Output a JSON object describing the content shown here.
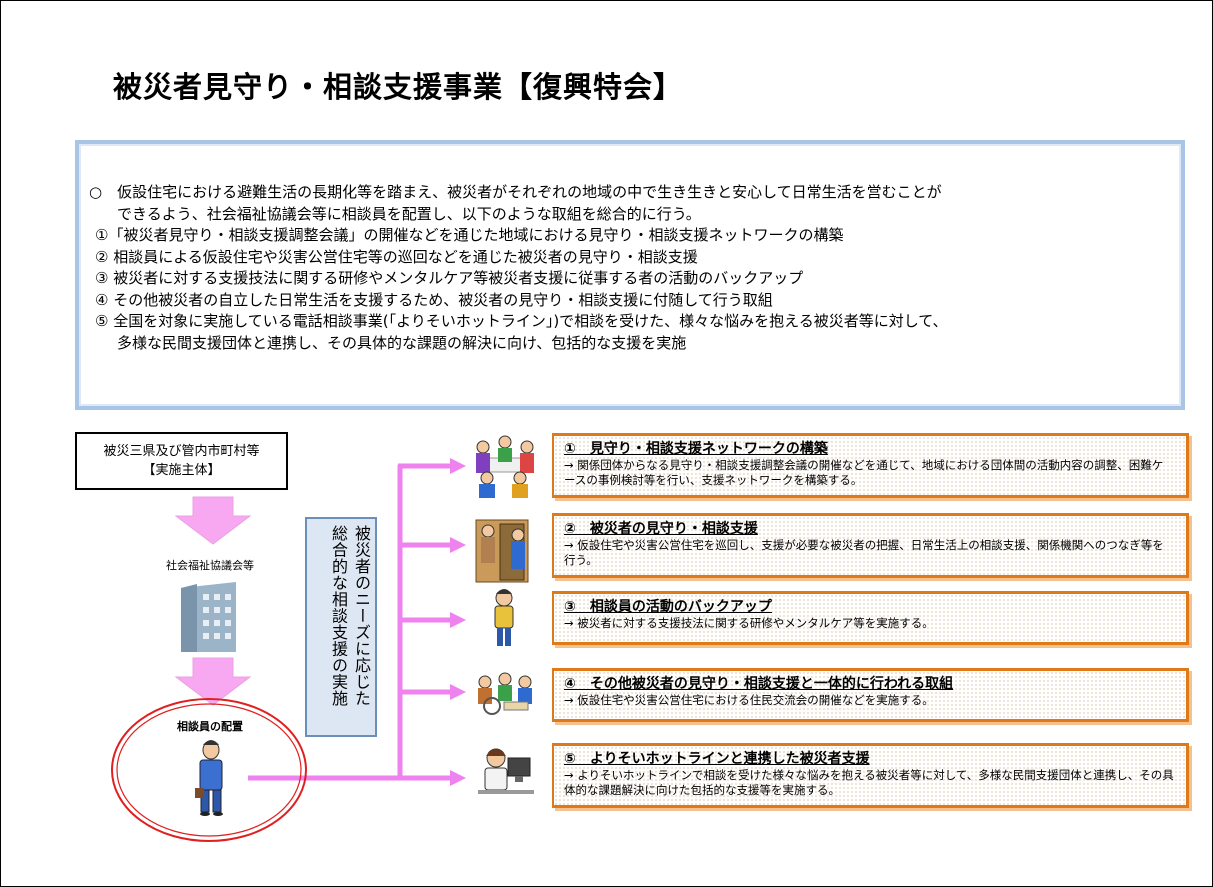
{
  "title": "被災者見守り・相談支援事業【復興特会】",
  "summary": {
    "lines": [
      {
        "text": "○　仮設住宅における避難生活の長期化等を踏まえ、被災者がそれぞれの地域の中で生き生きと安心して日常生活を営むことが",
        "kind": "ln"
      },
      {
        "text": "できるよう、社会福祉協議会等に相談員を配置し、以下のような取組を総合的に行う。",
        "kind": "indent"
      },
      {
        "text": "①「被災者見守り・相談支援調整会議」の開催などを通じた地域における見守り・相談支援ネットワークの構築",
        "kind": "item"
      },
      {
        "text": "② 相談員による仮設住宅や災害公営住宅等の巡回などを通じた被災者の見守り・相談支援",
        "kind": "item"
      },
      {
        "text": "③ 被災者に対する支援技法に関する研修やメンタルケア等被災者支援に従事する者の活動のバックアップ",
        "kind": "item"
      },
      {
        "text": "④ その他被災者の自立した日常生活を支援するため、被災者の見守り・相談支援に付随して行う取組",
        "kind": "item"
      },
      {
        "text": "⑤ 全国を対象に実施している電話相談事業(「よりそいホットライン」)で相談を受けた、様々な悩みを抱える被災者等に対して、",
        "kind": "item"
      },
      {
        "text": "多様な民間支援団体と連携し、その具体的な課題の解決に向け、包括的な支援を実施",
        "kind": "indent"
      }
    ]
  },
  "entity": {
    "line1": "被災三県及び管内市町村等",
    "line2": "【実施主体】"
  },
  "council_label": "社会福祉協議会等",
  "counselor_label": "相談員の配置",
  "vertical_box": {
    "col1": "被災者のニーズに応じた",
    "col2": "総合的な相談支援の実施"
  },
  "cards": [
    {
      "title": "①　見守り・相談支援ネットワークの構築",
      "desc": "→ 関係団体からなる見守り・相談支援調整会議の開催などを通じて、地域における団体間の活動内容の調整、困難ケースの事例検討等を行い、支援ネットワークを構築する。"
    },
    {
      "title": "②　被災者の見守り・相談支援",
      "desc": "→ 仮設住宅や災害公営住宅を巡回し、支援が必要な被災者の把握、日常生活上の相談支援、関係機関へのつなぎ等を行う。"
    },
    {
      "title": "③　相談員の活動のバックアップ",
      "desc": "→ 被災者に対する支援技法に関する研修やメンタルケア等を実施する。"
    },
    {
      "title": "④　その他被災者の見守り・相談支援と一体的に行われる取組",
      "desc": "→ 仮設住宅や災害公営住宅における住民交流会の開催などを実施する。"
    },
    {
      "title": "⑤　よりそいホットラインと連携した被災者支援",
      "desc": "→ よりそいホットラインで相談を受けた様々な悩みを抱える被災者等に対して、多様な民間支援団体と連携し、その具体的な課題解決に向けた包括的な支援等を実施する。"
    }
  ],
  "colors": {
    "accent_orange": "#e07a18",
    "arrow_pink": "#ee82ee",
    "ellipse_red": "#e02020",
    "box_blue": "#a8c4e6"
  }
}
